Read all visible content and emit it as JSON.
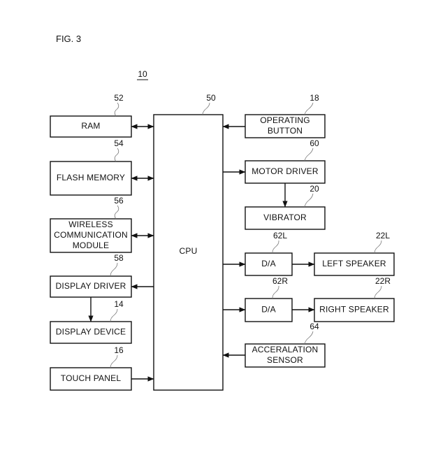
{
  "figure": {
    "title": "FIG. 3",
    "device_ref": "10"
  },
  "blocks": {
    "ram": {
      "label": [
        "RAM"
      ],
      "ref": "52"
    },
    "flash_memory": {
      "label": [
        "FLASH MEMORY"
      ],
      "ref": "54"
    },
    "wireless": {
      "label": [
        "WIRELESS",
        "COMMUNICATION",
        "MODULE"
      ],
      "ref": "56"
    },
    "display_driver": {
      "label": [
        "DISPLAY DRIVER"
      ],
      "ref": "58"
    },
    "display_device": {
      "label": [
        "DISPLAY DEVICE"
      ],
      "ref": "14"
    },
    "touch_panel": {
      "label": [
        "TOUCH PANEL"
      ],
      "ref": "16"
    },
    "cpu": {
      "label": [
        "CPU"
      ],
      "ref": "50"
    },
    "operating_button": {
      "label": [
        "OPERATING",
        "BUTTON"
      ],
      "ref": "18"
    },
    "motor_driver": {
      "label": [
        "MOTOR DRIVER"
      ],
      "ref": "60"
    },
    "vibrator": {
      "label": [
        "VIBRATOR"
      ],
      "ref": "20"
    },
    "da_left": {
      "label": [
        "D/A"
      ],
      "ref": "62L"
    },
    "left_speaker": {
      "label": [
        "LEFT SPEAKER"
      ],
      "ref": "22L"
    },
    "da_right": {
      "label": [
        "D/A"
      ],
      "ref": "62R"
    },
    "right_speaker": {
      "label": [
        "RIGHT SPEAKER"
      ],
      "ref": "22R"
    },
    "accel_sensor": {
      "label": [
        "ACCERALATION",
        "SENSOR"
      ],
      "ref": "64"
    }
  },
  "connections": [
    {
      "from": "ram",
      "to": "cpu",
      "direction": "both"
    },
    {
      "from": "flash_memory",
      "to": "cpu",
      "direction": "both"
    },
    {
      "from": "wireless",
      "to": "cpu",
      "direction": "both"
    },
    {
      "from": "cpu",
      "to": "display_driver",
      "direction": "forward"
    },
    {
      "from": "display_driver",
      "to": "display_device",
      "direction": "forward"
    },
    {
      "from": "touch_panel",
      "to": "cpu",
      "direction": "forward"
    },
    {
      "from": "operating_button",
      "to": "cpu",
      "direction": "forward"
    },
    {
      "from": "cpu",
      "to": "motor_driver",
      "direction": "forward"
    },
    {
      "from": "motor_driver",
      "to": "vibrator",
      "direction": "forward"
    },
    {
      "from": "cpu",
      "to": "da_left",
      "direction": "forward"
    },
    {
      "from": "da_left",
      "to": "left_speaker",
      "direction": "forward"
    },
    {
      "from": "cpu",
      "to": "da_right",
      "direction": "forward"
    },
    {
      "from": "da_right",
      "to": "right_speaker",
      "direction": "forward"
    },
    {
      "from": "accel_sensor",
      "to": "cpu",
      "direction": "forward"
    }
  ]
}
